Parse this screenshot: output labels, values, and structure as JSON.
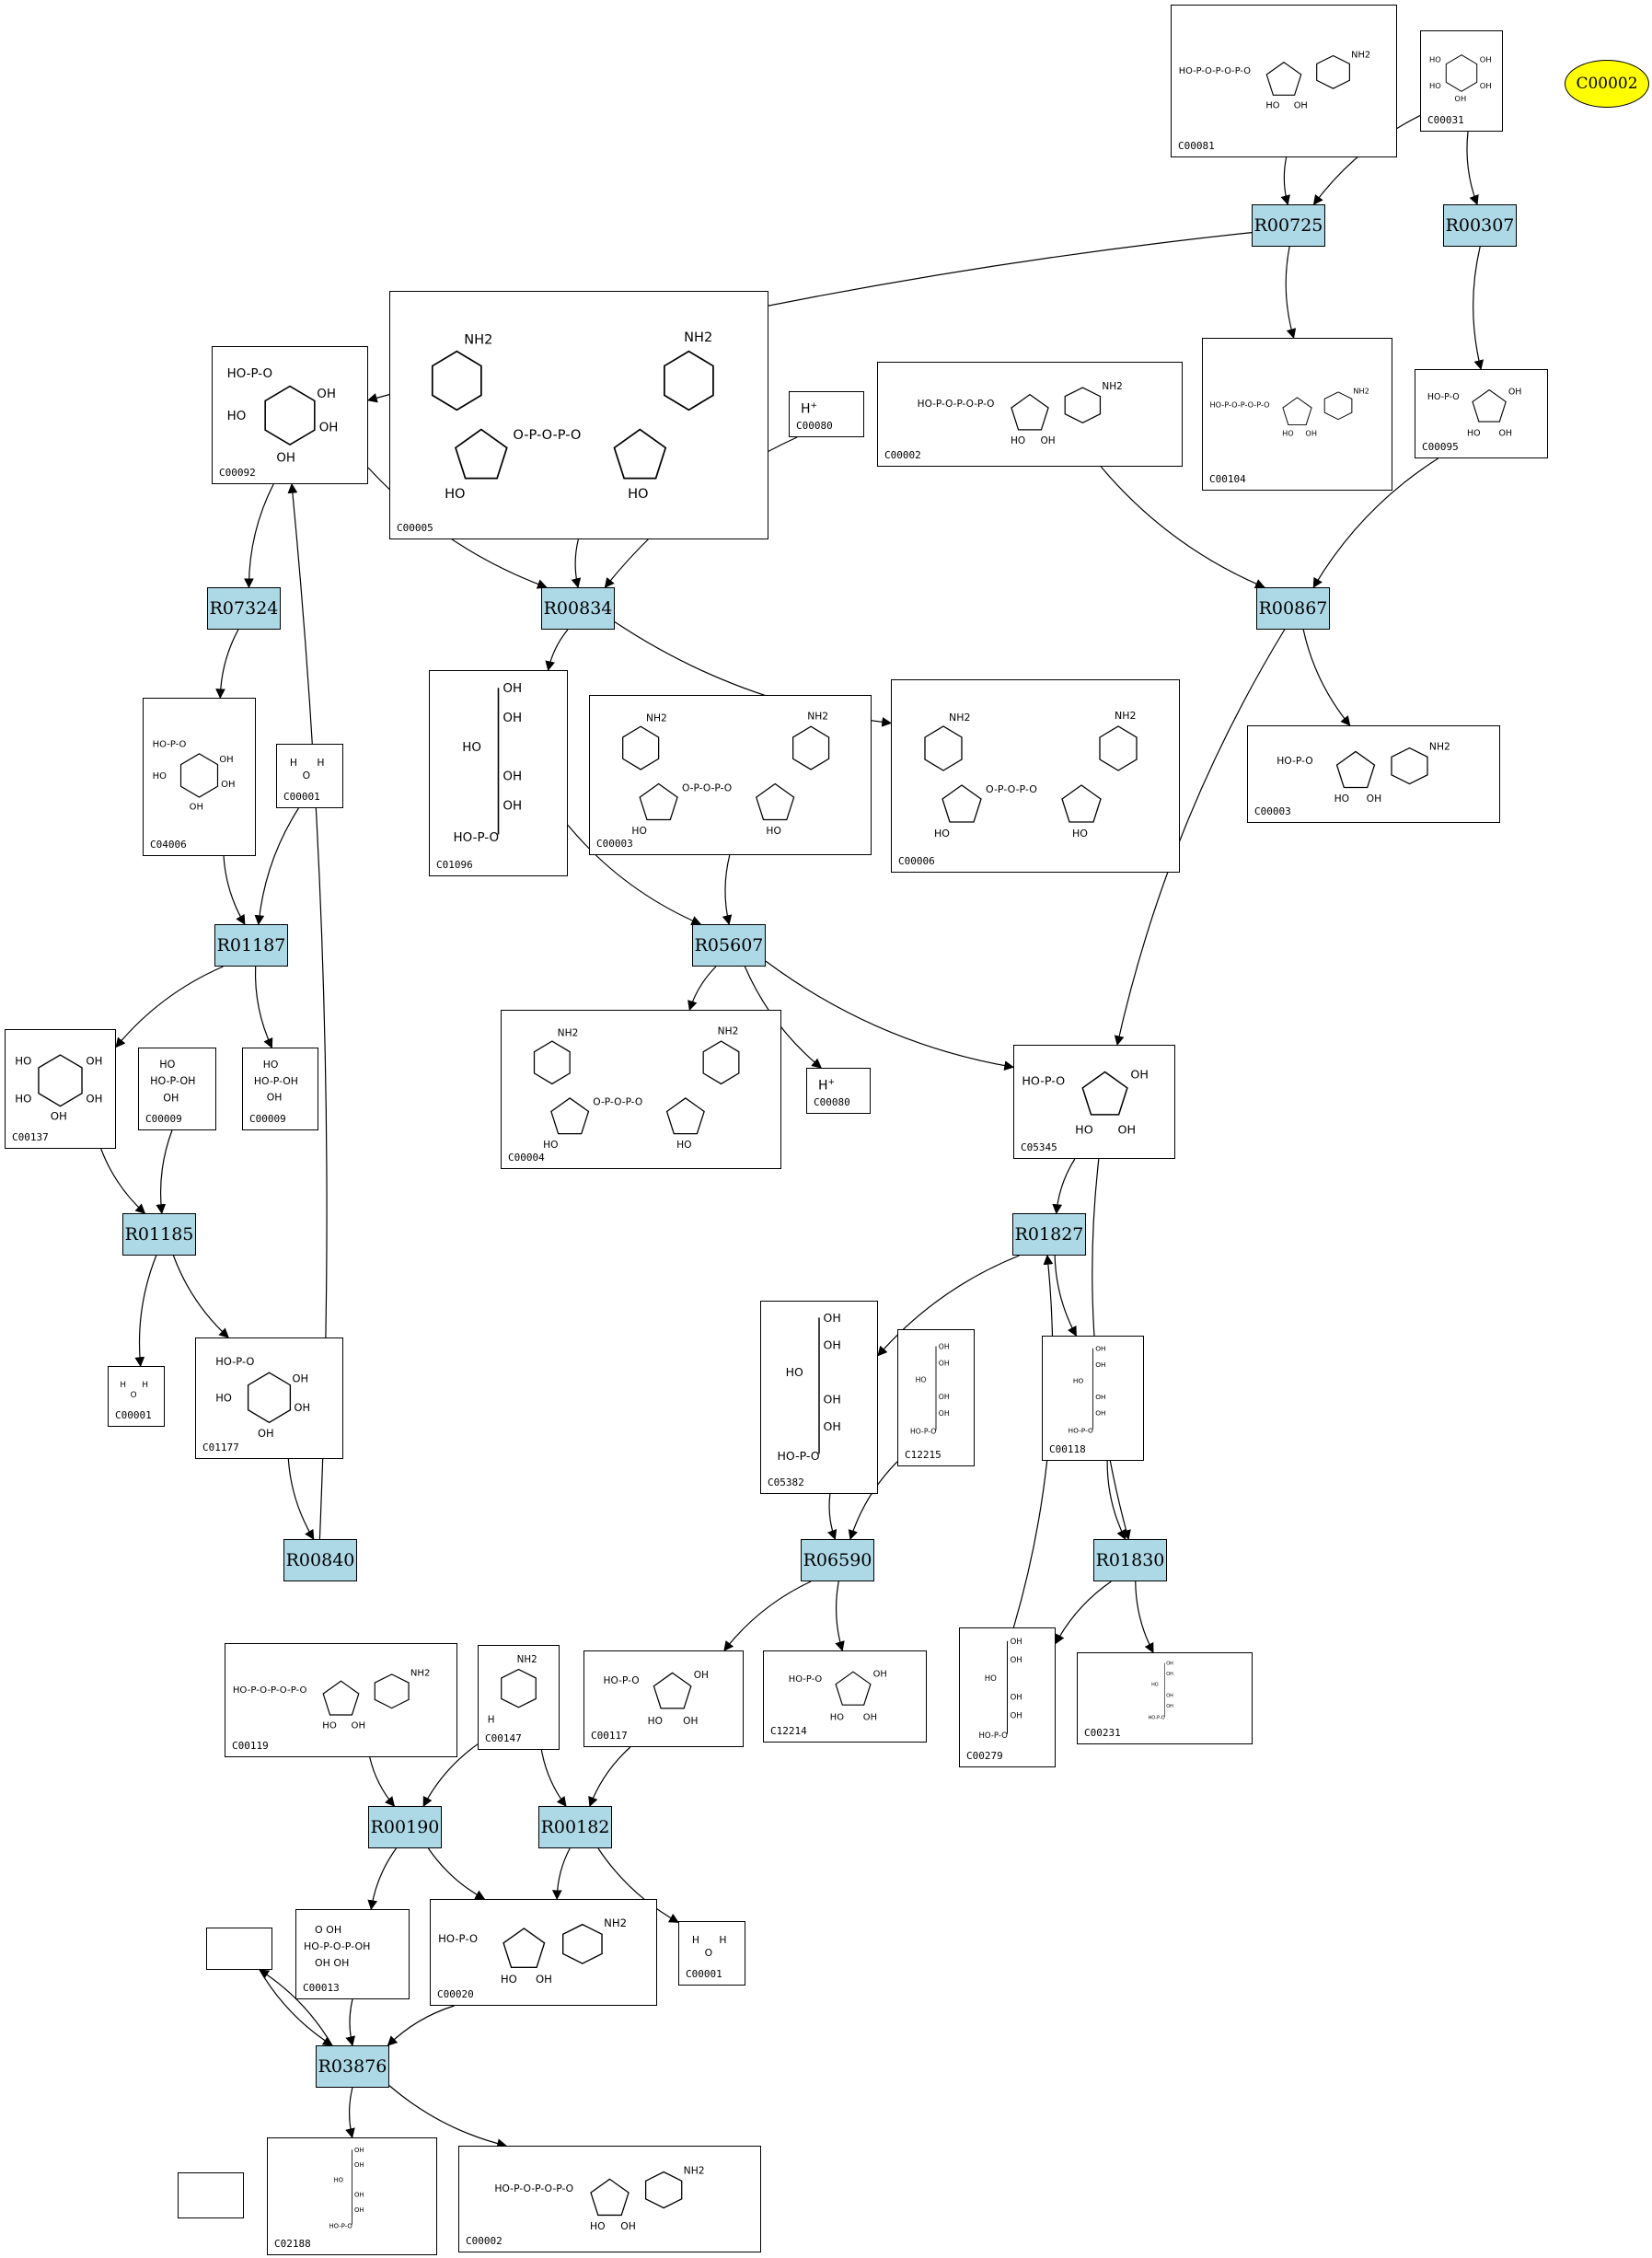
{
  "highlight_node": {
    "label": "C00002",
    "color": "#ffff00"
  },
  "reaction_color": "#add8e6",
  "reactions": [
    {
      "id": "R00725"
    },
    {
      "id": "R00307"
    },
    {
      "id": "R07324"
    },
    {
      "id": "R00834"
    },
    {
      "id": "R00867"
    },
    {
      "id": "R01187"
    },
    {
      "id": "R05607"
    },
    {
      "id": "R01185"
    },
    {
      "id": "R01827"
    },
    {
      "id": "R00840"
    },
    {
      "id": "R06590"
    },
    {
      "id": "R01830"
    },
    {
      "id": "R00190"
    },
    {
      "id": "R00182"
    },
    {
      "id": "R03876"
    }
  ],
  "compounds": [
    {
      "id": "C00081"
    },
    {
      "id": "C00031"
    },
    {
      "id": "C00092"
    },
    {
      "id": "C00005"
    },
    {
      "id": "C00080",
      "ion_text": "H",
      "ion_charge": "+"
    },
    {
      "id": "C00002"
    },
    {
      "id": "C00104"
    },
    {
      "id": "C00095"
    },
    {
      "id": "C04006"
    },
    {
      "id": "C00001"
    },
    {
      "id": "C01096"
    },
    {
      "id": "C00003"
    },
    {
      "id": "C00006"
    },
    {
      "id": "C00003"
    },
    {
      "id": "C00137"
    },
    {
      "id": "C00009"
    },
    {
      "id": "C00009"
    },
    {
      "id": "C00004"
    },
    {
      "id": "C00080",
      "ion_text": "H",
      "ion_charge": "+"
    },
    {
      "id": "C05345"
    },
    {
      "id": "C00001"
    },
    {
      "id": "C01177"
    },
    {
      "id": "C05382"
    },
    {
      "id": "C12215"
    },
    {
      "id": "C00118"
    },
    {
      "id": "C00119"
    },
    {
      "id": "C00147"
    },
    {
      "id": "C00117"
    },
    {
      "id": "C12214"
    },
    {
      "id": "C00279"
    },
    {
      "id": "C00231"
    },
    {
      "id": "C00013"
    },
    {
      "id": "C00020"
    },
    {
      "id": "C00001"
    },
    {
      "id": ""
    },
    {
      "id": "C02188"
    },
    {
      "id": "C00002"
    },
    {
      "id": ""
    }
  ],
  "edges": [
    [
      "C00081",
      "R00725"
    ],
    [
      "C00031",
      "R00725"
    ],
    [
      "C00031",
      "R00307"
    ],
    [
      "R00725",
      "C00092"
    ],
    [
      "R00725",
      "C00104"
    ],
    [
      "R00307",
      "C00095"
    ],
    [
      "C00092",
      "R07324"
    ],
    [
      "C00092",
      "R00834"
    ],
    [
      "C00005",
      "R00834"
    ],
    [
      "C00080",
      "R00834"
    ],
    [
      "C00002",
      "R00867"
    ],
    [
      "C00095",
      "R00867"
    ],
    [
      "R07324",
      "C04006"
    ],
    [
      "R00834",
      "C01096"
    ],
    [
      "R00834",
      "C00006"
    ],
    [
      "R00867",
      "C00003"
    ],
    [
      "R00867",
      "C05345"
    ],
    [
      "C04006",
      "R01187"
    ],
    [
      "C00001",
      "R01187"
    ],
    [
      "C01096",
      "R05607"
    ],
    [
      "C00003",
      "R05607"
    ],
    [
      "R01187",
      "C00137"
    ],
    [
      "R01187",
      "C00009"
    ],
    [
      "R05607",
      "C00004"
    ],
    [
      "R05607",
      "C00080"
    ],
    [
      "R05607",
      "C05345"
    ],
    [
      "C00137",
      "R01185"
    ],
    [
      "C00009",
      "R01185"
    ],
    [
      "C05345",
      "R01827"
    ],
    [
      "C05345",
      "R01830"
    ],
    [
      "R01185",
      "C00001"
    ],
    [
      "R01185",
      "C01177"
    ],
    [
      "R01827",
      "C05382"
    ],
    [
      "R01827",
      "C00118"
    ],
    [
      "C01177",
      "R00840"
    ],
    [
      "R00840",
      "C00092"
    ],
    [
      "C05382",
      "R06590"
    ],
    [
      "C12215",
      "R06590"
    ],
    [
      "C00118",
      "R01830"
    ],
    [
      "C00279",
      "R01827"
    ],
    [
      "R01830",
      "C00279"
    ],
    [
      "R01830",
      "C00231"
    ],
    [
      "R06590",
      "C00117"
    ],
    [
      "R06590",
      "C12214"
    ],
    [
      "C00119",
      "R00190"
    ],
    [
      "C00147",
      "R00190"
    ],
    [
      "C00147",
      "R00182"
    ],
    [
      "C00117",
      "R00182"
    ],
    [
      "R00190",
      "C00013"
    ],
    [
      "R00190",
      "C00020"
    ],
    [
      "R00182",
      "C00020"
    ],
    [
      "R00182",
      "C00001"
    ],
    [
      "C00013",
      "R03876"
    ],
    [
      "C00020",
      "R03876"
    ],
    [
      "",
      "R03876"
    ],
    [
      "R03876",
      ""
    ],
    [
      "R03876",
      "C02188"
    ],
    [
      "R03876",
      "C00002"
    ]
  ]
}
